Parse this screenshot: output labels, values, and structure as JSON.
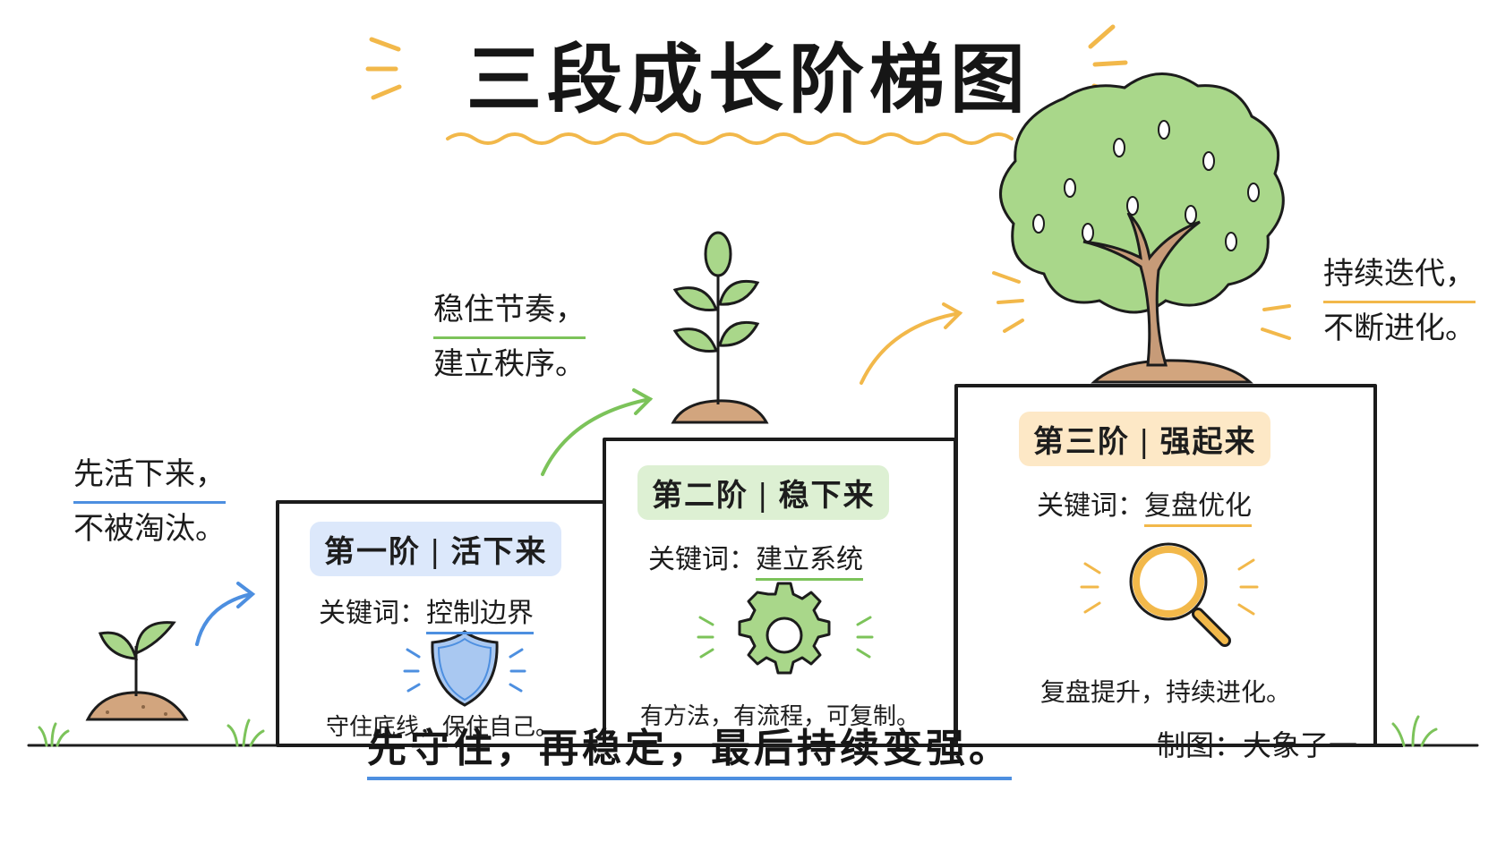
{
  "title": "三段成长阶梯图",
  "stages": [
    {
      "label_prefix": "第一阶",
      "label_name": "活下来",
      "keyword_label": "关键词：",
      "keyword": "控制边界",
      "icon": "shield-icon",
      "description": "守住底线，保住自己。",
      "side_caption": [
        "先活下来，",
        "不被淘汰。"
      ],
      "accent": "#4d8fe0"
    },
    {
      "label_prefix": "第二阶",
      "label_name": "稳下来",
      "keyword_label": "关键词：",
      "keyword": "建立系统",
      "icon": "gear-icon",
      "description": "有方法，有流程，可复制。",
      "side_caption": [
        "稳住节奏，",
        "建立秩序。"
      ],
      "accent": "#7cc35a"
    },
    {
      "label_prefix": "第三阶",
      "label_name": "强起来",
      "keyword_label": "关键词：",
      "keyword": "复盘优化",
      "icon": "magnifier-icon",
      "description": "复盘提升，持续进化。",
      "side_caption": [
        "持续迭代，",
        "不断进化。"
      ],
      "accent": "#f2b84a"
    }
  ],
  "slogan": "先守住，再稳定，最后持续变强。",
  "credit": "制图：大象了一",
  "colors": {
    "blue": "#4d8fe0",
    "green": "#7cc35a",
    "orange": "#f2b84a",
    "leaf": "#a9d78a",
    "trunk": "#c79b78",
    "soil": "#d2a57e",
    "ink": "#1c1c1c"
  }
}
